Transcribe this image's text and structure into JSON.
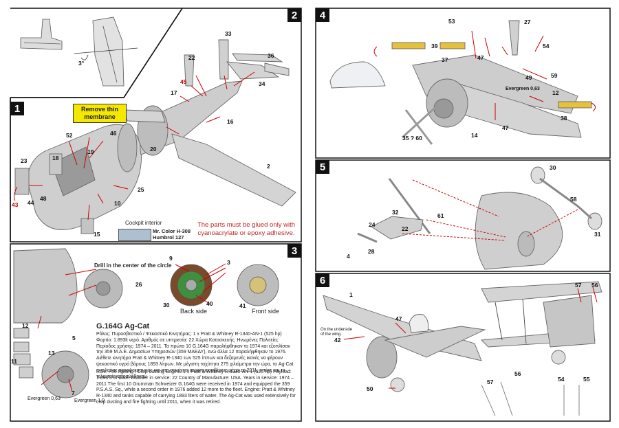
{
  "steps": {
    "s1": {
      "number": "1"
    },
    "s2": {
      "number": "2"
    },
    "s3": {
      "number": "3"
    },
    "s4": {
      "number": "4"
    },
    "s5": {
      "number": "5"
    },
    "s6": {
      "number": "6"
    }
  },
  "step1": {
    "callout": "Remove thin membrane",
    "cockpit_caption": "Cockpit interior",
    "color_mr": "Mr. Color H-308",
    "color_humbrol": "Humbrol 127",
    "warning": "The parts must be glued only with cyanoacrylate or epoxy adhesive.",
    "parts": [
      "52",
      "46",
      "18",
      "19",
      "23",
      "43",
      "44",
      "48",
      "25",
      "10",
      "15"
    ]
  },
  "step2": {
    "angle": "3°",
    "parts": [
      "33",
      "22",
      "36",
      "45",
      "34",
      "17",
      "16",
      "20",
      "2"
    ]
  },
  "step3": {
    "drill_note": "Drill in the center of the circle",
    "back_side": "Back side",
    "front_side": "Front side",
    "evergreen_1": "Evergreen 0,63",
    "evergreen_2": "Evergreen 1,0",
    "parts": [
      "26",
      "9",
      "3",
      "30",
      "40",
      "41",
      "5",
      "13",
      "11",
      "12",
      "7"
    ],
    "title": "G.164G Ag-Cat",
    "greek": "Ρόλος: Πυροσβεστικό / Ψεκαστικό Κινητήρας: 1 x Pratt & Whitney R-1340-AN-1 (525 hp) Φορτίο: 1.893lt νερό. Αριθμός σε υπηρεσία: 22 Χώρα Κατασκευής: Ηνωμένες Πολιτείες Περίοδος χρήσης: 1974 – 2011. Τα πρώτα 10 G.164G παραλήφθηκαν το 1974 και εξοπλίσαν την 359 Μ.Α.Ε. Δημοσίων Υπηρεσιών (359 ΜΑΕΔΥ), ενώ άλλα 12 παραλήφθηκαν το 1976. Διέθετε κινητήρα Pratt & Whitney R-1340 των 525 ίππων και δεξαμενές ικανές να φέρουν ψεκαστικό υγρό βάρους 1893 λίτρων. Με μέγιστη ταχύτητα 275 χιλιόμετρα την ώρα, το Ag-Cat εκτελούσε αεροψεκασμούς και στη συνέχεια αεροπυροσβέσεις μέχρι το 2011, οπότε και τα τελευταία αποσύρθηκαν.",
    "english": "Role: Fire fighting / Crop dusting Engine: 1 x Pratt & Whitney R-1340-AN-1 (525 hp) Payload: 1.893 lt of water Number in service: 22 Country of Manufacture: USA. Years in service: 1974 – 2011 The first 10 Grumman Schweizer G.164G were received in 1974 and equipped the 359 P.S.A.S. Sq., while a second order in 1976 added 12 more to the fleet. Engine: Pratt & Whitney R-1340 and tanks capable of carrying 1893 liters of water. The Ag-Cat was used extensively for crop dusting and fire fighting until 2011, when it was retired."
  },
  "step4": {
    "evergreen": "Evergreen 0,63",
    "parts": [
      "53",
      "27",
      "39",
      "47",
      "54",
      "37",
      "49",
      "59",
      "12",
      "38",
      "35 ? 60",
      "14",
      "47"
    ]
  },
  "step5": {
    "parts": [
      "30",
      "32",
      "61",
      "24",
      "22",
      "58",
      "4",
      "28",
      "31"
    ]
  },
  "step6": {
    "underside_note": "On the underside of the wing.",
    "parts": [
      "1",
      "47",
      "42",
      "57",
      "56",
      "50",
      "57",
      "56",
      "54",
      "55"
    ]
  }
}
